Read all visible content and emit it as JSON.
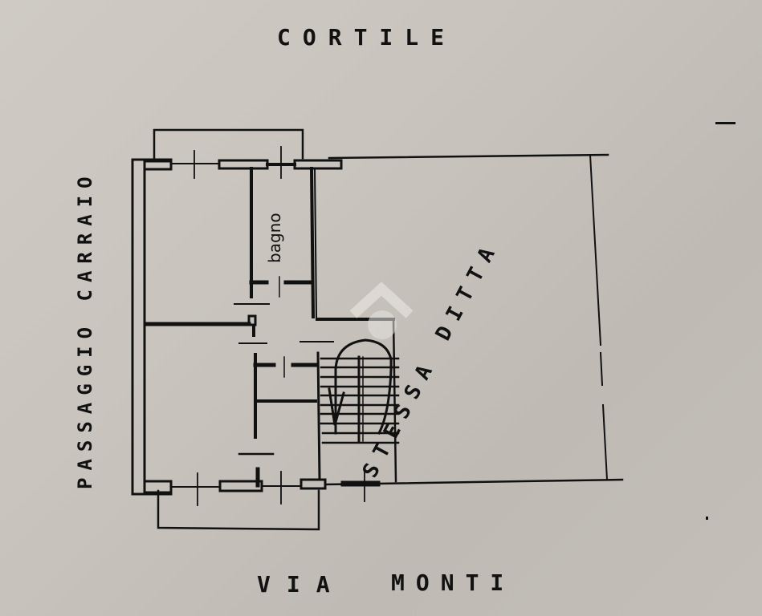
{
  "document": {
    "type": "floor-plan",
    "labels": {
      "top_street": "CORTILE",
      "bottom_street_1": "VIA",
      "bottom_street_2": "MONTI",
      "left_side": "PASSAGGIO CARRAIO",
      "right_area": "STESSA DITTA",
      "room_bathroom": "bagno"
    },
    "colors": {
      "paper": "#c8c3bd",
      "ink": "#111111",
      "watermark": "#e2dfdb"
    }
  }
}
